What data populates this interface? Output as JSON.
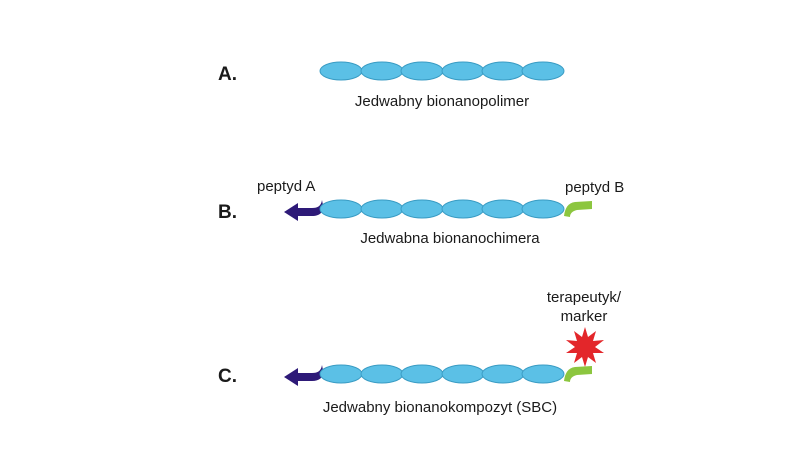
{
  "panels": [
    {
      "letter": "A.",
      "caption": "Jedwabny bionanopolimer"
    },
    {
      "letter": "B.",
      "caption": "Jedwabna bionanochimera",
      "left_label": "peptyd A",
      "right_label": "peptyd B"
    },
    {
      "letter": "C.",
      "caption": "Jedwabny bionanokompozyt (SBC)",
      "top_label_line1": "terapeutyk/",
      "top_label_line2": "marker"
    }
  ],
  "colors": {
    "bead_fill": "#5bc0e6",
    "bead_stroke": "#3a9cc4",
    "peptide_a": "#2e1a78",
    "peptide_b": "#8cc63f",
    "star": "#e3262a",
    "text": "#1a1a1a"
  }
}
